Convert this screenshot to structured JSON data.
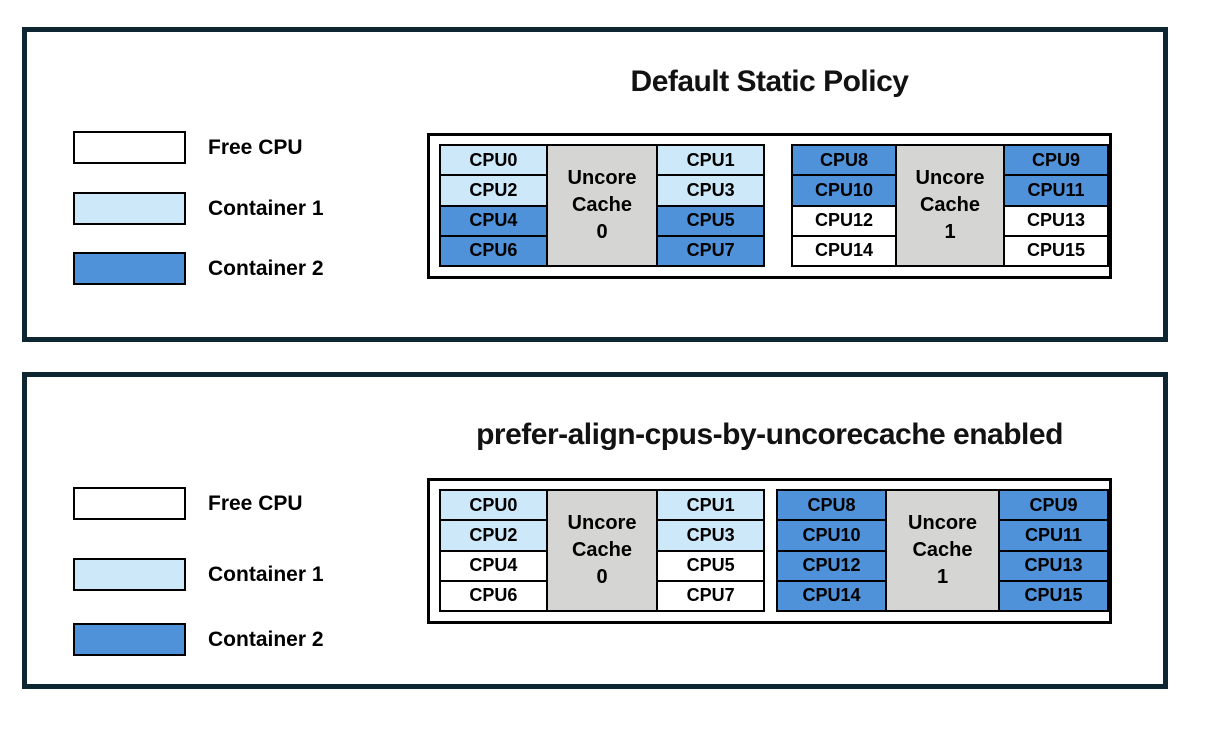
{
  "colors": {
    "free": "#ffffff",
    "container1": "#cde8f8",
    "container2": "#4f92d9",
    "cache": "#d5d5d3",
    "panel_border": "#0e2532",
    "line": "#000000"
  },
  "legend": {
    "items": [
      {
        "label": "Free CPU",
        "colorKey": "free"
      },
      {
        "label": "Container 1",
        "colorKey": "container1"
      },
      {
        "label": "Container 2",
        "colorKey": "container2"
      }
    ]
  },
  "panels": [
    {
      "title": "Default Static Policy",
      "groups": [
        {
          "cache_label": [
            "Uncore",
            "Cache",
            "0"
          ],
          "left": [
            {
              "label": "CPU0",
              "state": "container1"
            },
            {
              "label": "CPU2",
              "state": "container1"
            },
            {
              "label": "CPU4",
              "state": "container2"
            },
            {
              "label": "CPU6",
              "state": "container2"
            }
          ],
          "right": [
            {
              "label": "CPU1",
              "state": "container1"
            },
            {
              "label": "CPU3",
              "state": "container1"
            },
            {
              "label": "CPU5",
              "state": "container2"
            },
            {
              "label": "CPU7",
              "state": "container2"
            }
          ]
        },
        {
          "cache_label": [
            "Uncore",
            "Cache",
            "1"
          ],
          "left": [
            {
              "label": "CPU8",
              "state": "container2"
            },
            {
              "label": "CPU10",
              "state": "container2"
            },
            {
              "label": "CPU12",
              "state": "free"
            },
            {
              "label": "CPU14",
              "state": "free"
            }
          ],
          "right": [
            {
              "label": "CPU9",
              "state": "container2"
            },
            {
              "label": "CPU11",
              "state": "container2"
            },
            {
              "label": "CPU13",
              "state": "free"
            },
            {
              "label": "CPU15",
              "state": "free"
            }
          ]
        }
      ]
    },
    {
      "title": "prefer-align-cpus-by-uncorecache enabled",
      "groups": [
        {
          "cache_label": [
            "Uncore",
            "Cache",
            "0"
          ],
          "left": [
            {
              "label": "CPU0",
              "state": "container1"
            },
            {
              "label": "CPU2",
              "state": "container1"
            },
            {
              "label": "CPU4",
              "state": "free"
            },
            {
              "label": "CPU6",
              "state": "free"
            }
          ],
          "right": [
            {
              "label": "CPU1",
              "state": "container1"
            },
            {
              "label": "CPU3",
              "state": "container1"
            },
            {
              "label": "CPU5",
              "state": "free"
            },
            {
              "label": "CPU7",
              "state": "free"
            }
          ]
        },
        {
          "cache_label": [
            "Uncore",
            "Cache",
            "1"
          ],
          "left": [
            {
              "label": "CPU8",
              "state": "container2"
            },
            {
              "label": "CPU10",
              "state": "container2"
            },
            {
              "label": "CPU12",
              "state": "container2"
            },
            {
              "label": "CPU14",
              "state": "container2"
            }
          ],
          "right": [
            {
              "label": "CPU9",
              "state": "container2"
            },
            {
              "label": "CPU11",
              "state": "container2"
            },
            {
              "label": "CPU13",
              "state": "container2"
            },
            {
              "label": "CPU15",
              "state": "container2"
            }
          ]
        }
      ]
    }
  ]
}
